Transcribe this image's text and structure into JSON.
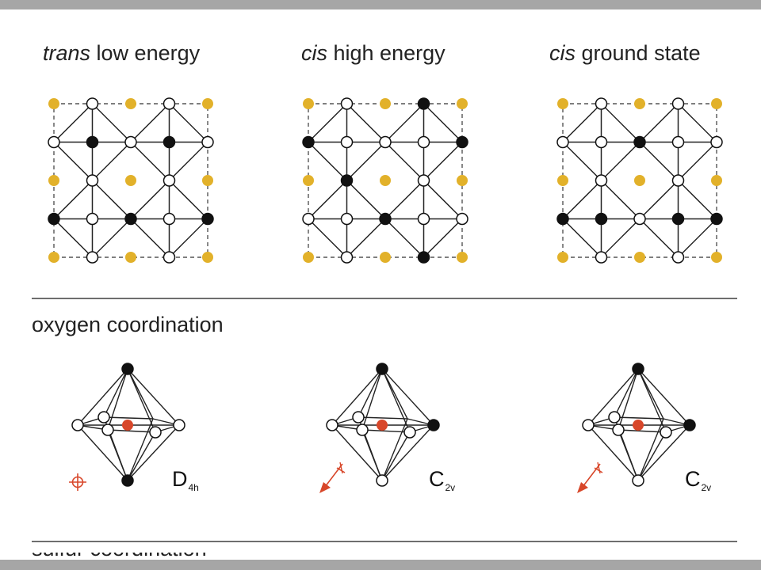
{
  "panels": [
    {
      "title_italic": "trans",
      "title_rest": " low energy",
      "symmetry_main": "D",
      "symmetry_sub": "4h",
      "indicator": "crosshair-icon"
    },
    {
      "title_italic": "cis",
      "title_rest": " high energy",
      "symmetry_main": "C",
      "symmetry_sub": "2v",
      "indicator": "arrow-icon"
    },
    {
      "title_italic": "cis",
      "title_rest": " ground state",
      "symmetry_main": "C",
      "symmetry_sub": "2v",
      "indicator": "arrow-icon"
    }
  ],
  "section": {
    "heading": "oxygen coordination",
    "next_heading_cut": "sulfur coordination"
  },
  "colors": {
    "cation": "#e2b12a",
    "anion_black": "#111111",
    "anion_white": "#ffffff",
    "bond": "#222222",
    "center": "#d8472a",
    "rule": "#6e6e6e",
    "frame_bar": "#a6a6a6"
  },
  "lattices": [
    {
      "black_positions": [
        "1,1",
        "3,1",
        "0,3",
        "2,3",
        "4,3"
      ]
    },
    {
      "black_positions": [
        "3,0",
        "0,1",
        "4,1",
        "1,2",
        "2,3",
        "3,4"
      ]
    },
    {
      "black_positions": [
        "2,1",
        "0,3",
        "1,3",
        "3,3",
        "4,3"
      ]
    }
  ],
  "octahedra": [
    {
      "top": "black",
      "bottom": "black",
      "right": "white"
    },
    {
      "top": "black",
      "bottom": "white",
      "right": "black"
    },
    {
      "top": "black",
      "bottom": "white",
      "right": "black"
    }
  ]
}
